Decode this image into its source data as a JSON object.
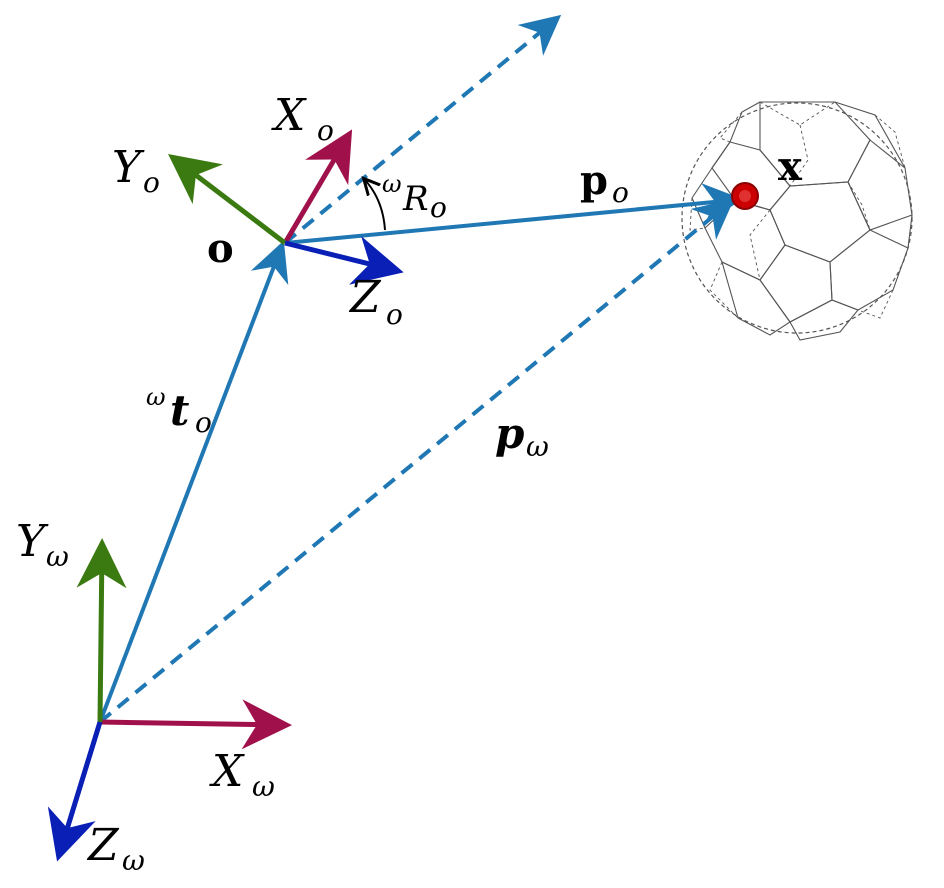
{
  "colors": {
    "x_axis": "#a0104a",
    "y_axis": "#3a7a10",
    "z_axis": "#0a1fb5",
    "vector": "#1f78b4",
    "point": "#cc0000",
    "sphere": "#555555"
  },
  "labels": {
    "origin": "o",
    "point": "x",
    "x_world": {
      "base": "X",
      "sub": "ω"
    },
    "y_world": {
      "base": "Y",
      "sub": "ω"
    },
    "z_world": {
      "base": "Z",
      "sub": "ω"
    },
    "x_obj": {
      "base": "X",
      "sub": "o"
    },
    "y_obj": {
      "base": "Y",
      "sub": "o"
    },
    "z_obj": {
      "base": "Z",
      "sub": "o"
    },
    "translation": {
      "sup": "ω",
      "base": "t",
      "sub": "o"
    },
    "rotation": {
      "sup": "ω",
      "base": "R",
      "sub": "o"
    },
    "p_obj": {
      "base": "p",
      "sub": "o"
    },
    "p_world": {
      "base": "p",
      "sub": "ω"
    }
  }
}
